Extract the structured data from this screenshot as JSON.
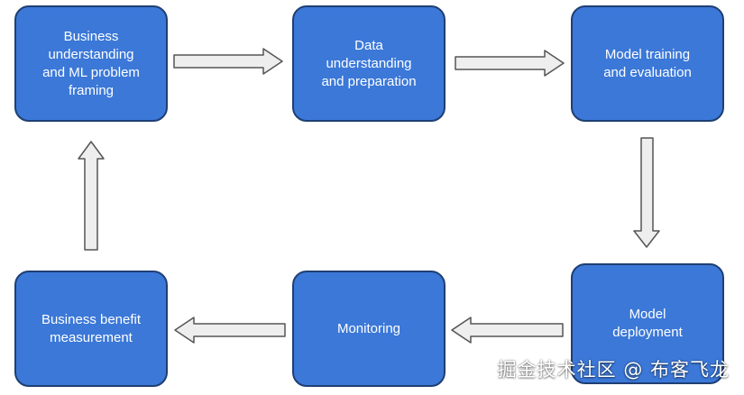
{
  "nodes": {
    "business_understanding": "Business\nunderstanding\nand ML problem\nframing",
    "data_understanding": "Data\nunderstanding\nand preparation",
    "model_training": "Model training\nand evaluation",
    "model_deployment": "Model\ndeployment",
    "monitoring": "Monitoring",
    "business_benefit": "Business benefit\nmeasurement"
  },
  "watermark": "掘金技术社区 @ 布客飞龙",
  "colors": {
    "node_fill": "#3b78d8",
    "node_border": "#1f3f73",
    "node_text": "#ffffff",
    "arrow_fill": "#eeeeee",
    "arrow_stroke": "#555555"
  }
}
